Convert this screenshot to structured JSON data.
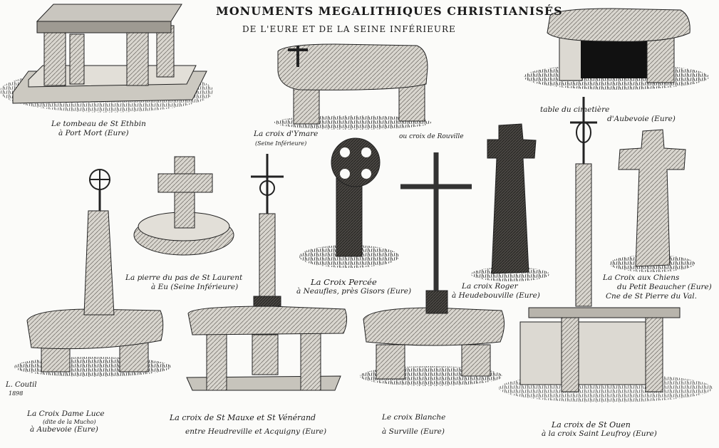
{
  "plate": {
    "title": "MONUMENTS MEGALITHIQUES CHRISTIANISÉS",
    "subtitle": "DE L'EURE ET DE LA SEINE INFÉRIEURE",
    "signature": "L. Coutil",
    "year": "1898"
  },
  "captions": [
    {
      "lines": [
        "Le tombeau de St Ethbin",
        "à Port Mort (Eure)"
      ]
    },
    {
      "lines": [
        "La croix d'Ymare",
        "(Seine Inférieure)"
      ]
    },
    {
      "lines": [
        "ou croix de Rouville"
      ]
    },
    {
      "lines": [
        "table du cimetière",
        "d'Aubevoie (Eure)"
      ]
    },
    {
      "lines": [
        "La pierre du pas de St Laurent",
        "à Eu (Seine Inférieure)"
      ]
    },
    {
      "lines": [
        "La Croix Percée",
        "à Neaufles, près Gisors (Eure)"
      ]
    },
    {
      "lines": [
        "La croix Roger",
        "à Heudebouville (Eure)"
      ]
    },
    {
      "lines": [
        "La Croix aux Chiens",
        "du Petit Beaucher (Eure)",
        "Cne de St Pierre du Val."
      ]
    },
    {
      "lines": [
        "La Croix Dame Luce",
        "(dite de la Mucho)",
        "à Aubevoie (Eure)"
      ]
    },
    {
      "lines": [
        "La croix de St Mauxe et St Vénérand",
        "entre Heudreville et Acquigny (Eure)"
      ]
    },
    {
      "lines": [
        "Le croix Blanche",
        "à Surville (Eure)"
      ]
    },
    {
      "lines": [
        "La croix de St Ouen",
        "à la croix Saint Leufroy (Eure)"
      ]
    }
  ]
}
